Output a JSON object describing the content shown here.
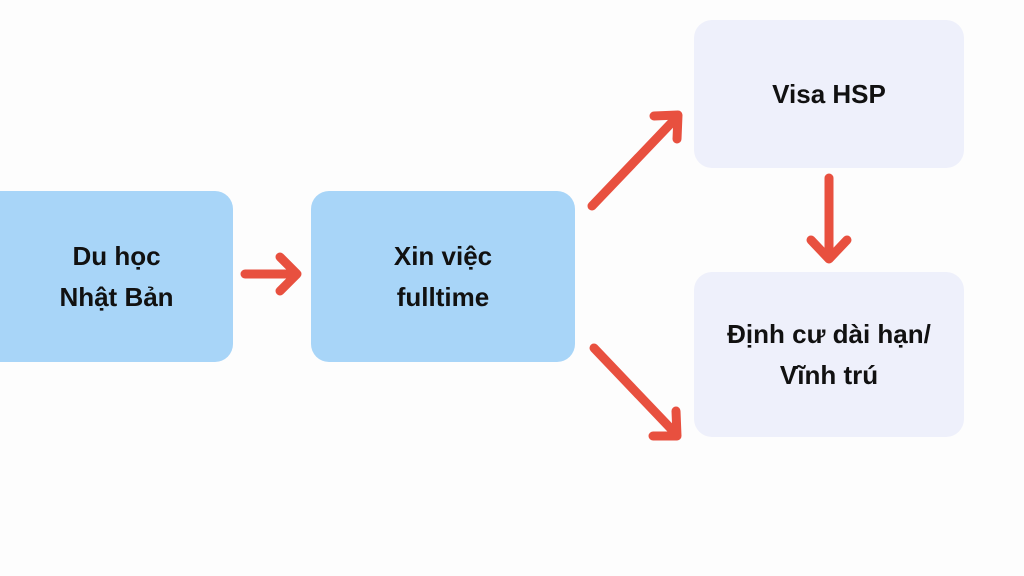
{
  "nodes": {
    "study": {
      "line1": "Du học",
      "line2": "Nhật Bản"
    },
    "job": {
      "line1": "Xin việc",
      "line2": "fulltime"
    },
    "visa": {
      "label": "Visa HSP"
    },
    "settle": {
      "line1": "Định cư dài hạn/",
      "line2": "Vĩnh trú"
    }
  },
  "colors": {
    "arrow": "#e8503f",
    "blue": "#a8d5f8",
    "lavender": "#eef0fb"
  }
}
